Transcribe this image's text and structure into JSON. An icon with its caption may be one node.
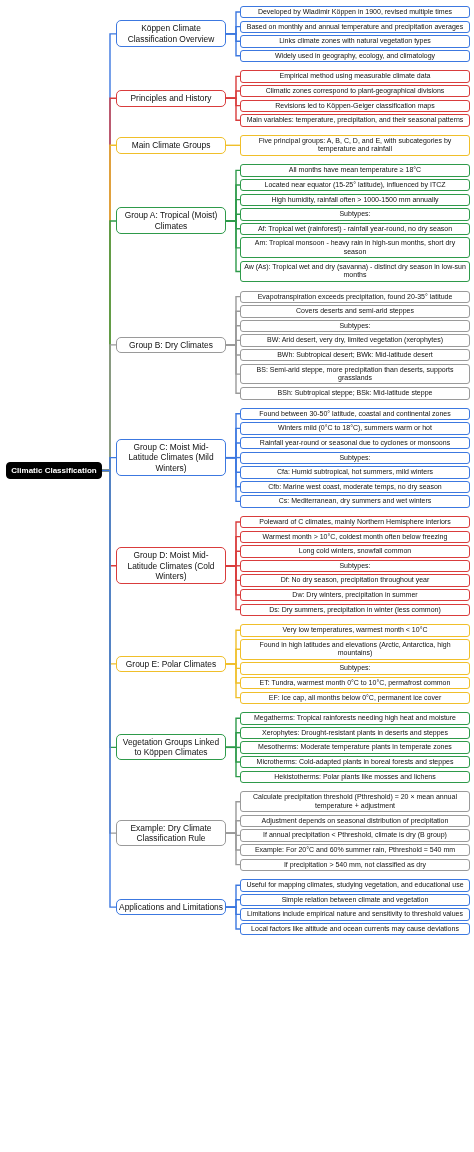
{
  "diagram": {
    "nodes": [
      {
        "text": [
          "Climatic Classification"
        ]
      },
      {
        "text": [
          "Köppen Climate Classification Overview"
        ]
      },
      {
        "text": [
          "Developed by Wladimir Köppen in 1900, revised multiple times"
        ]
      },
      {
        "text": [
          "Based on monthly and annual temperature and precipitation averages"
        ]
      },
      {
        "text": [
          "Links climate zones with natural vegetation types"
        ]
      },
      {
        "text": [
          "Widely used in geography, ecology, and climatology"
        ]
      },
      {
        "text": [
          "Principles and History"
        ]
      },
      {
        "text": [
          "Empirical method using measurable climate data"
        ]
      },
      {
        "text": [
          "Climatic zones correspond to plant-geographical divisions"
        ]
      },
      {
        "text": [
          "Revisions led to Köppen-Geiger classification maps"
        ]
      },
      {
        "text": [
          "Main variables: temperature, precipitation, and their seasonal patterns"
        ]
      },
      {
        "text": [
          "Main Climate Groups"
        ]
      },
      {
        "text": [
          "Five principal groups: A, B, C, D, and E, with subcategories by temperature and rainfall"
        ]
      },
      {
        "text": [
          "Group A: Tropical (Moist) Climates"
        ]
      },
      {
        "text": [
          "All months have mean temperature ≥ 18°C"
        ]
      },
      {
        "text": [
          "Located near equator (15-25° latitude), influenced by ITCZ"
        ]
      },
      {
        "text": [
          "High humidity, rainfall often > 1000-1500 mm annually"
        ]
      },
      {
        "text": [
          "Subtypes:"
        ]
      },
      {
        "text": [
          "Af: Tropical wet (rainforest) - rainfall year-round, no dry season"
        ]
      },
      {
        "text": [
          "Am: Tropical monsoon - heavy rain in high-sun months, short dry season"
        ]
      },
      {
        "text": [
          "Aw (As): Tropical wet and dry (savanna) - distinct dry season in low-sun months"
        ]
      },
      {
        "text": [
          "Group B: Dry Climates"
        ]
      },
      {
        "text": [
          "Evapotranspiration exceeds precipitation, found 20-35° latitude"
        ]
      },
      {
        "text": [
          "Covers deserts and semi-arid steppes"
        ]
      },
      {
        "text": [
          "Subtypes:"
        ]
      },
      {
        "text": [
          "BW: Arid desert, very dry, limited vegetation (xerophytes)"
        ]
      },
      {
        "text": [
          "BWh: Subtropical desert; BWk: Mid-latitude desert"
        ]
      },
      {
        "text": [
          "BS: Semi-arid steppe, more precipitation than deserts, supports grasslands"
        ]
      },
      {
        "text": [
          "BSh: Subtropical steppe; BSk: Mid-latitude steppe"
        ]
      },
      {
        "text": [
          "Group C: Moist Mid-Latitude Climates (Mild Winters)"
        ]
      },
      {
        "text": [
          "Found between 30-50° latitude, coastal and continental zones"
        ]
      },
      {
        "text": [
          "Winters mild (0°C to 18°C), summers warm or hot"
        ]
      },
      {
        "text": [
          "Rainfall year-round or seasonal due to cyclones or monsoons"
        ]
      },
      {
        "text": [
          "Subtypes:"
        ]
      },
      {
        "text": [
          "Cfa: Humid subtropical, hot summers, mild winters"
        ]
      },
      {
        "text": [
          "Cfb: Marine west coast, moderate temps, no dry season"
        ]
      },
      {
        "text": [
          "Cs: Mediterranean, dry summers and wet winters"
        ]
      },
      {
        "text": [
          "Group D: Moist Mid-Latitude Climates (Cold Winters)"
        ]
      },
      {
        "text": [
          "Poleward of C climates, mainly Northern Hemisphere interiors"
        ]
      },
      {
        "text": [
          "Warmest month > 10°C, coldest month often below freezing"
        ]
      },
      {
        "text": [
          "Long cold winters, snowfall common"
        ]
      },
      {
        "text": [
          "Subtypes:"
        ]
      },
      {
        "text": [
          "Df: No dry season, precipitation throughout year"
        ]
      },
      {
        "text": [
          "Dw: Dry winters, precipitation in summer"
        ]
      },
      {
        "text": [
          "Ds: Dry summers, precipitation in winter (less common)"
        ]
      },
      {
        "text": [
          "Group E: Polar Climates"
        ]
      },
      {
        "text": [
          "Very low temperatures, warmest month < 10°C"
        ]
      },
      {
        "text": [
          "Found in high latitudes and elevations (Arctic, Antarctica, high mountains)"
        ]
      },
      {
        "text": [
          "Subtypes:"
        ]
      },
      {
        "text": [
          "ET: Tundra, warmest month 0°C to 10°C, permafrost common"
        ]
      },
      {
        "text": [
          "EF: Ice cap, all months below 0°C, permanent ice cover"
        ]
      },
      {
        "text": [
          "Vegetation Groups Linked to Köppen Climates"
        ]
      },
      {
        "text": [
          "Megatherms: Tropical rainforests needing high heat and moisture"
        ]
      },
      {
        "text": [
          "Xerophytes: Drought-resistant plants in deserts and steppes"
        ]
      },
      {
        "text": [
          "Mesotherms: Moderate temperature plants in temperate zones"
        ]
      },
      {
        "text": [
          "Microtherms: Cold-adapted plants in boreal forests and steppes"
        ]
      },
      {
        "text": [
          "Hekistotherms: Polar plants like mosses and lichens"
        ]
      },
      {
        "text": [
          "Example: Dry Climate Classification Rule"
        ]
      },
      {
        "text": [
          "Calculate precipitation threshold (Pthreshold) = 20 × mean annual temperature + adjustment"
        ]
      },
      {
        "text": [
          "Adjustment depends on seasonal distribution of precipitation"
        ]
      },
      {
        "text": [
          "If annual precipitation < Pthreshold, climate is dry (B group)"
        ]
      },
      {
        "text": [
          "Example: For 20°C and 60% summer rain, Pthreshold = 540 mm"
        ]
      },
      {
        "text": [
          "If precipitation > 540 mm, not classified as dry"
        ]
      },
      {
        "text": [
          "Applications and Limitations"
        ]
      },
      {
        "text": [
          "Useful for mapping climates, studying vegetation, and educational use"
        ]
      },
      {
        "text": [
          "Simple relation between climate and vegetation"
        ]
      },
      {
        "text": [
          "Limitations include empirical nature and sensitivity to threshold values"
        ]
      },
      {
        "text": [
          "Local factors like altitude and ocean currents may cause deviations"
        ]
      }
    ],
    "edges": [
      {
        "from": 0,
        "to": 1,
        "arrow": "none",
        "color": "#3c78e0"
      },
      {
        "from": 1,
        "to": 2,
        "arrow": "none",
        "color": "#3c78e0"
      },
      {
        "from": 1,
        "to": 3,
        "arrow": "none",
        "color": "#3c78e0"
      },
      {
        "from": 1,
        "to": 4,
        "arrow": "none",
        "color": "#3c78e0"
      },
      {
        "from": 1,
        "to": 5,
        "arrow": "none",
        "color": "#3c78e0"
      },
      {
        "from": 0,
        "to": 6,
        "arrow": "none",
        "color": "#d93c3c"
      },
      {
        "from": 6,
        "to": 7,
        "arrow": "none",
        "color": "#d93c3c"
      },
      {
        "from": 6,
        "to": 8,
        "arrow": "none",
        "color": "#d93c3c"
      },
      {
        "from": 6,
        "to": 9,
        "arrow": "none",
        "color": "#d93c3c"
      },
      {
        "from": 6,
        "to": 10,
        "arrow": "none",
        "color": "#d93c3c"
      },
      {
        "from": 0,
        "to": 11,
        "arrow": "none",
        "color": "#f0bf2a"
      },
      {
        "from": 11,
        "to": 12,
        "arrow": "none",
        "color": "#f0bf2a"
      },
      {
        "from": 0,
        "to": 13,
        "arrow": "none",
        "color": "#2e9a4a"
      },
      {
        "from": 13,
        "to": 14,
        "arrow": "none",
        "color": "#2e9a4a"
      },
      {
        "from": 13,
        "to": 15,
        "arrow": "none",
        "color": "#2e9a4a"
      },
      {
        "from": 13,
        "to": 16,
        "arrow": "none",
        "color": "#2e9a4a"
      },
      {
        "from": 13,
        "to": 17,
        "arrow": "none",
        "color": "#2e9a4a"
      },
      {
        "from": 13,
        "to": 18,
        "arrow": "none",
        "color": "#2e9a4a"
      },
      {
        "from": 13,
        "to": 19,
        "arrow": "none",
        "color": "#2e9a4a"
      },
      {
        "from": 13,
        "to": 20,
        "arrow": "none",
        "color": "#2e9a4a"
      },
      {
        "from": 0,
        "to": 21,
        "arrow": "none",
        "color": "#9a9a9a"
      },
      {
        "from": 21,
        "to": 22,
        "arrow": "none",
        "color": "#9a9a9a"
      },
      {
        "from": 21,
        "to": 23,
        "arrow": "none",
        "color": "#9a9a9a"
      },
      {
        "from": 21,
        "to": 24,
        "arrow": "none",
        "color": "#9a9a9a"
      },
      {
        "from": 21,
        "to": 25,
        "arrow": "none",
        "color": "#9a9a9a"
      },
      {
        "from": 21,
        "to": 26,
        "arrow": "none",
        "color": "#9a9a9a"
      },
      {
        "from": 21,
        "to": 27,
        "arrow": "none",
        "color": "#9a9a9a"
      },
      {
        "from": 21,
        "to": 28,
        "arrow": "none",
        "color": "#9a9a9a"
      },
      {
        "from": 0,
        "to": 29,
        "arrow": "none",
        "color": "#3c78e0"
      },
      {
        "from": 29,
        "to": 30,
        "arrow": "none",
        "color": "#3c78e0"
      },
      {
        "from": 29,
        "to": 31,
        "arrow": "none",
        "color": "#3c78e0"
      },
      {
        "from": 29,
        "to": 32,
        "arrow": "none",
        "color": "#3c78e0"
      },
      {
        "from": 29,
        "to": 33,
        "arrow": "none",
        "color": "#3c78e0"
      },
      {
        "from": 29,
        "to": 34,
        "arrow": "none",
        "color": "#3c78e0"
      },
      {
        "from": 29,
        "to": 35,
        "arrow": "none",
        "color": "#3c78e0"
      },
      {
        "from": 29,
        "to": 36,
        "arrow": "none",
        "color": "#3c78e0"
      },
      {
        "from": 0,
        "to": 37,
        "arrow": "none",
        "color": "#d93c3c"
      },
      {
        "from": 37,
        "to": 38,
        "arrow": "none",
        "color": "#d93c3c"
      },
      {
        "from": 37,
        "to": 39,
        "arrow": "none",
        "color": "#d93c3c"
      },
      {
        "from": 37,
        "to": 40,
        "arrow": "none",
        "color": "#d93c3c"
      },
      {
        "from": 37,
        "to": 41,
        "arrow": "none",
        "color": "#d93c3c"
      },
      {
        "from": 37,
        "to": 42,
        "arrow": "none",
        "color": "#d93c3c"
      },
      {
        "from": 37,
        "to": 43,
        "arrow": "none",
        "color": "#d93c3c"
      },
      {
        "from": 37,
        "to": 44,
        "arrow": "none",
        "color": "#d93c3c"
      },
      {
        "from": 0,
        "to": 45,
        "arrow": "none",
        "color": "#f0bf2a"
      },
      {
        "from": 45,
        "to": 46,
        "arrow": "none",
        "color": "#f0bf2a"
      },
      {
        "from": 45,
        "to": 47,
        "arrow": "none",
        "color": "#f0bf2a"
      },
      {
        "from": 45,
        "to": 48,
        "arrow": "none",
        "color": "#f0bf2a"
      },
      {
        "from": 45,
        "to": 49,
        "arrow": "none",
        "color": "#f0bf2a"
      },
      {
        "from": 45,
        "to": 50,
        "arrow": "none",
        "color": "#f0bf2a"
      },
      {
        "from": 0,
        "to": 51,
        "arrow": "none",
        "color": "#2e9a4a"
      },
      {
        "from": 51,
        "to": 52,
        "arrow": "none",
        "color": "#2e9a4a"
      },
      {
        "from": 51,
        "to": 53,
        "arrow": "none",
        "color": "#2e9a4a"
      },
      {
        "from": 51,
        "to": 54,
        "arrow": "none",
        "color": "#2e9a4a"
      },
      {
        "from": 51,
        "to": 55,
        "arrow": "none",
        "color": "#2e9a4a"
      },
      {
        "from": 51,
        "to": 56,
        "arrow": "none",
        "color": "#2e9a4a"
      },
      {
        "from": 0,
        "to": 57,
        "arrow": "none",
        "color": "#9a9a9a"
      },
      {
        "from": 57,
        "to": 58,
        "arrow": "none",
        "color": "#9a9a9a"
      },
      {
        "from": 57,
        "to": 59,
        "arrow": "none",
        "color": "#9a9a9a"
      },
      {
        "from": 57,
        "to": 60,
        "arrow": "none",
        "color": "#9a9a9a"
      },
      {
        "from": 57,
        "to": 61,
        "arrow": "none",
        "color": "#9a9a9a"
      },
      {
        "from": 57,
        "to": 62,
        "arrow": "none",
        "color": "#9a9a9a"
      },
      {
        "from": 0,
        "to": 63,
        "arrow": "none",
        "color": "#3c78e0"
      },
      {
        "from": 63,
        "to": 64,
        "arrow": "none",
        "color": "#3c78e0"
      },
      {
        "from": 63,
        "to": 65,
        "arrow": "none",
        "color": "#3c78e0"
      },
      {
        "from": 63,
        "to": 66,
        "arrow": "none",
        "color": "#3c78e0"
      },
      {
        "from": 63,
        "to": 67,
        "arrow": "none",
        "color": "#3c78e0"
      }
    ]
  }
}
